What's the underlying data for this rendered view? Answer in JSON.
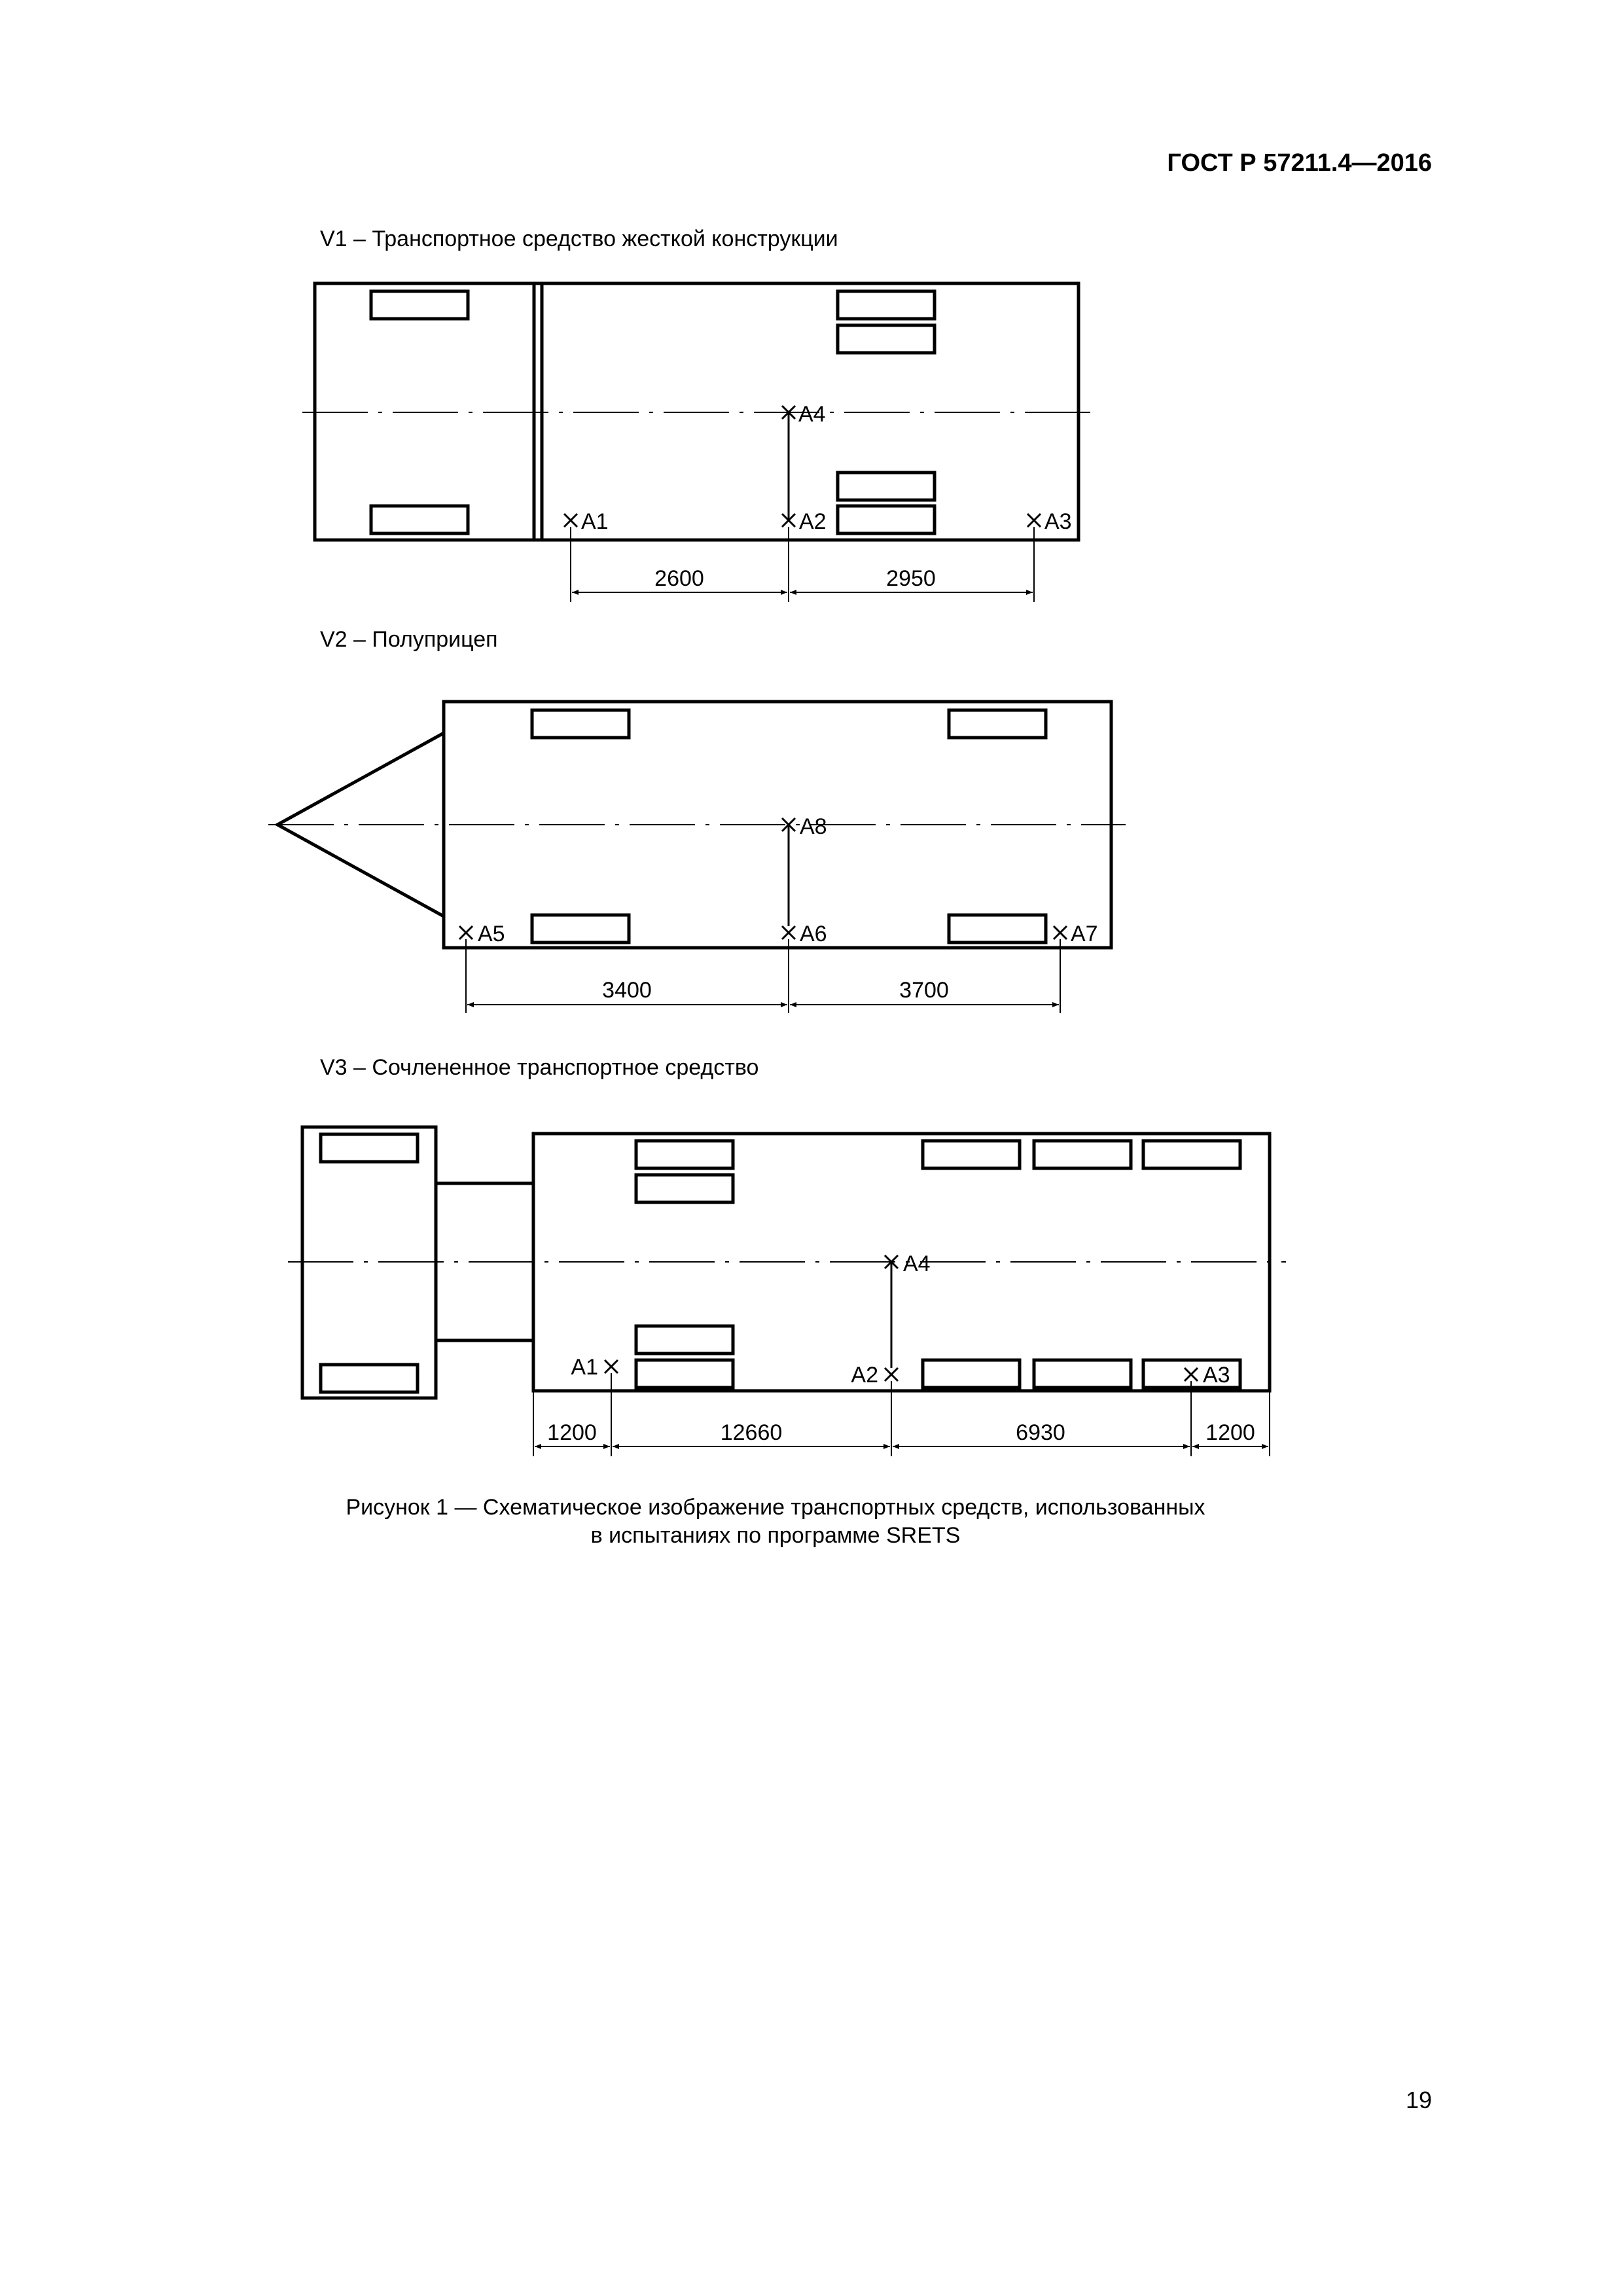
{
  "header": {
    "standard": "ГОСТ Р 57211.4—2016"
  },
  "v1": {
    "caption": "V1 – Транспортное средство жесткой конструкции",
    "points": {
      "a1": "A1",
      "a2": "A2",
      "a3": "A3",
      "a4": "A4"
    },
    "dims": [
      "2600",
      "2950"
    ]
  },
  "v2": {
    "caption": "V2 – Полуприцеп",
    "points": {
      "a5": "A5",
      "a6": "A6",
      "a7": "A7",
      "a8": "A8"
    },
    "dims": [
      "3400",
      "3700"
    ]
  },
  "v3": {
    "caption": "V3 – Сочлененное транспортное средство",
    "points": {
      "a1": "A1",
      "a2": "A2",
      "a3": "A3",
      "a4": "A4"
    },
    "dims": [
      "1200",
      "12660",
      "6930",
      "1200"
    ]
  },
  "figure_caption": {
    "line1": "Рисунок 1 — Схематическое изображение транспортных средств, использованных",
    "line2": "в испытаниях по программе SRETS"
  },
  "page_number": "19"
}
